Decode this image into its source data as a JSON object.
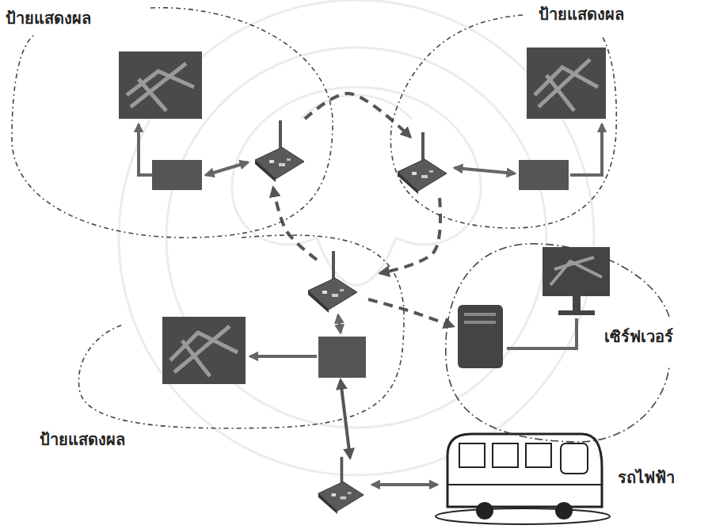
{
  "diagram": {
    "nodes": [
      {
        "text": [
          "ป้ายแสดงผล"
        ]
      },
      {
        "text": [
          "ป้ายแสดงผล"
        ]
      },
      {
        "text": [
          "ป้ายแสดงผล"
        ]
      },
      {
        "text": [
          "เซิร์ฟเวอร์"
        ]
      },
      {
        "text": [
          "รถไฟฟ้า"
        ]
      }
    ],
    "edges": [
      {
        "from": 0,
        "to": 1,
        "arrow": "to"
      },
      {
        "from": 1,
        "to": 2,
        "arrow": "to"
      },
      {
        "from": 2,
        "to": 0,
        "arrow": "to"
      },
      {
        "from": 2,
        "to": 3,
        "arrow": "to"
      },
      {
        "from": 2,
        "to": 4,
        "arrow": "both"
      }
    ]
  }
}
